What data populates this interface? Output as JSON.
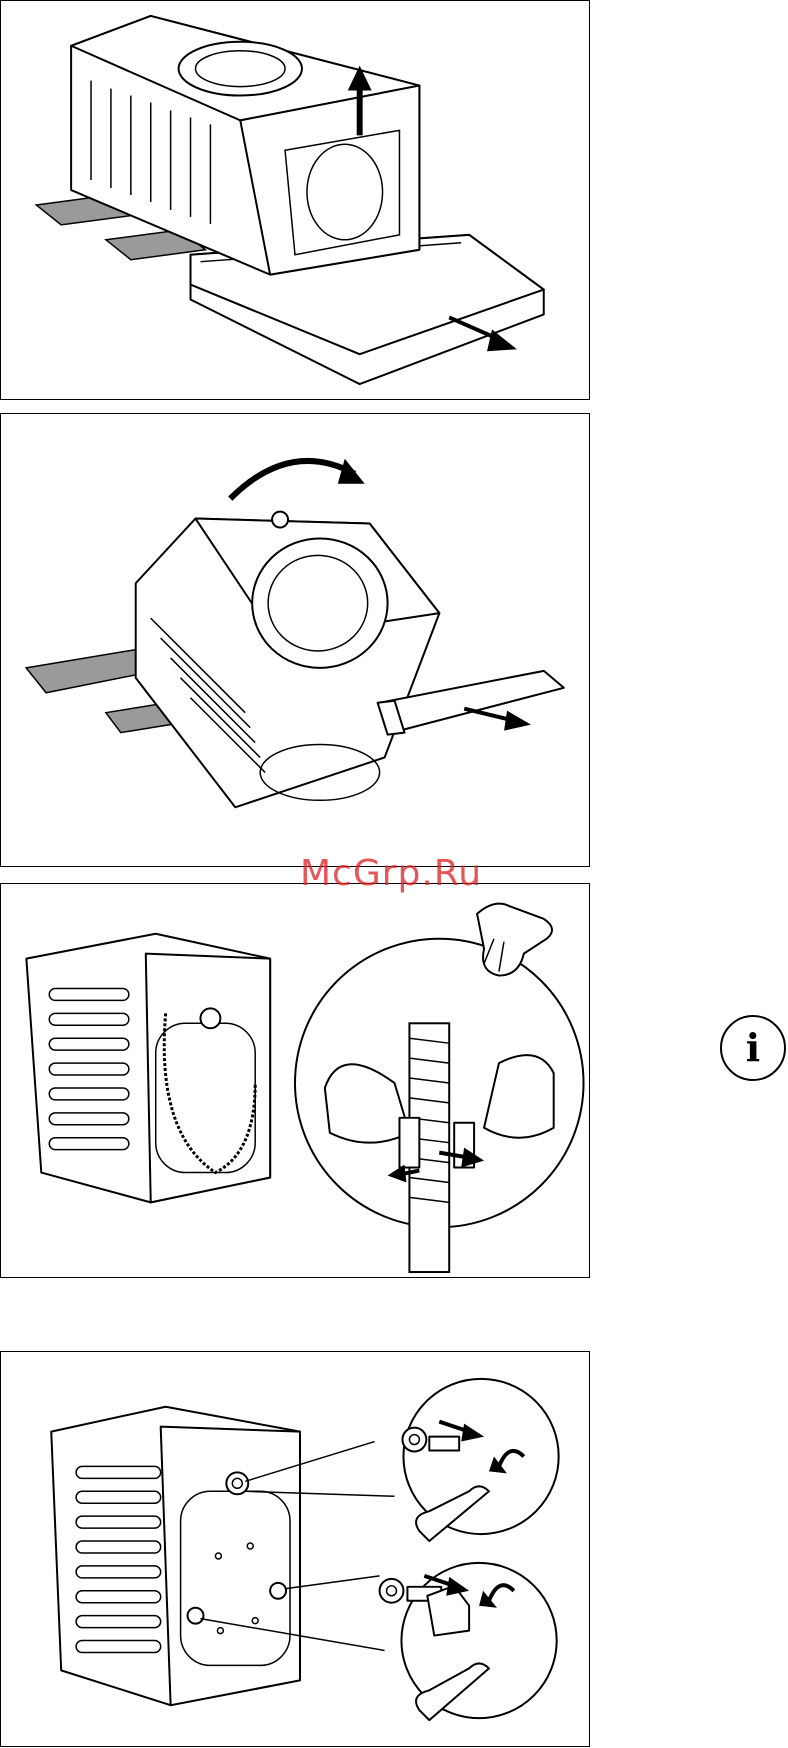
{
  "document": {
    "watermark_text": "McGrp.Ru",
    "info_symbol": "i"
  },
  "panels": [
    {
      "id": "remove-packaging-base",
      "icon": "arrow-icon"
    },
    {
      "id": "tilt-remove-polystyrene",
      "icon": "curved-arrow-icon"
    },
    {
      "id": "release-hose-clips",
      "icon": "glove-icon"
    },
    {
      "id": "remove-transit-bolts",
      "icon": "wrench-icon"
    }
  ]
}
